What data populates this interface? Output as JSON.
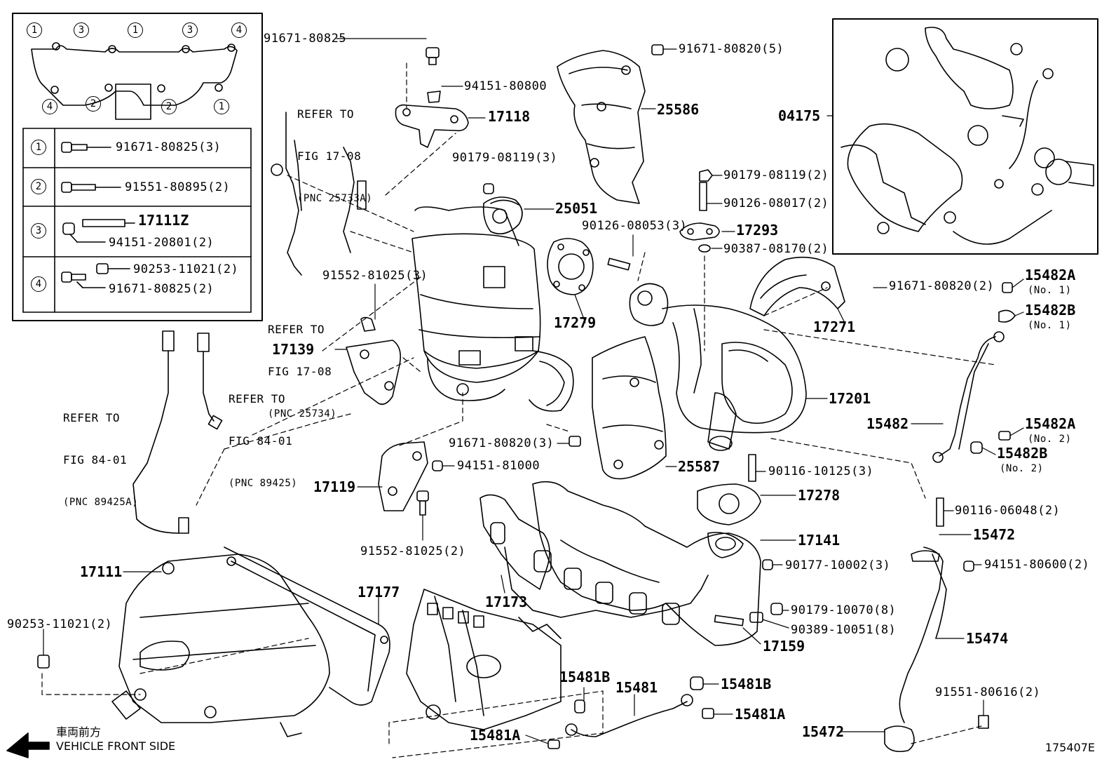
{
  "inset_detail": {
    "gasket_callouts": [
      "1",
      "3",
      "1",
      "3",
      "4",
      "4",
      "2",
      "2",
      "1"
    ],
    "rows": [
      {
        "num": "1",
        "parts": [
          "91671-80825(3)"
        ]
      },
      {
        "num": "2",
        "parts": [
          "91551-80895(2)"
        ]
      },
      {
        "num": "3",
        "parts": [
          "17111Z",
          "94151-20801(2)"
        ]
      },
      {
        "num": "4",
        "parts": [
          "90253-11021(2)",
          "91671-80825(2)"
        ]
      }
    ]
  },
  "references": [
    {
      "line1": "REFER TO",
      "line2": "FIG 17-08",
      "line3": "(PNC 25733A)"
    },
    {
      "line1": "REFER TO",
      "line2": "FIG 17-08",
      "line3": "(PNC 25734)"
    },
    {
      "line1": "REFER TO",
      "line2": "FIG 84-01",
      "line3": "(PNC 89425)"
    },
    {
      "line1": "REFER TO",
      "line2": "FIG 84-01",
      "line3": "(PNC 89425A)"
    }
  ],
  "part_labels": {
    "p1": "91671-80825",
    "p2": "94151-80800",
    "p3": "17118",
    "p4": "90179-08119(3)",
    "p5": "25051",
    "p6": "91671-80820(5)",
    "p7": "25586",
    "p8": "04175",
    "p9": "90179-08119(2)",
    "p10": "90126-08017(2)",
    "p11": "90126-08053(3)",
    "p12": "17293",
    "p13": "90387-08170(2)",
    "p14": "91552-81025(3)",
    "p15": "17279",
    "p16": "17271",
    "p17": "91671-80820(2)",
    "p18": "15482A",
    "p18n": "(No. 1)",
    "p19": "15482B",
    "p19n": "(No. 1)",
    "p20": "17139",
    "p21": "17201",
    "p22": "15482",
    "p23": "15482A",
    "p23n": "(No. 2)",
    "p24": "15482B",
    "p24n": "(No. 2)",
    "p25": "91671-80820(3)",
    "p26": "94151-81000",
    "p27": "25587",
    "p28": "90116-10125(3)",
    "p29": "17119",
    "p30": "17278",
    "p31": "90116-06048(2)",
    "p32": "15472",
    "p33": "91552-81025(2)",
    "p34": "17141",
    "p35": "90177-10002(3)",
    "p36": "94151-80600(2)",
    "p37": "17111",
    "p38": "17177",
    "p39": "17173",
    "p40": "90179-10070(8)",
    "p41": "90389-10051(8)",
    "p42": "90253-11021(2)",
    "p43": "17159",
    "p44": "15474",
    "p45": "15481B",
    "p46": "15481",
    "p47": "15481B",
    "p48": "91551-80616(2)",
    "p49": "15481A",
    "p50": "15481A",
    "p51": "15472"
  },
  "footer": {
    "front_jp": "車両前方",
    "front_en": "VEHICLE FRONT SIDE",
    "figure_id": "175407E"
  },
  "icons": [
    "bolt-icon",
    "nut-icon",
    "stud-icon",
    "gasket-icon",
    "arrow-left-icon"
  ]
}
